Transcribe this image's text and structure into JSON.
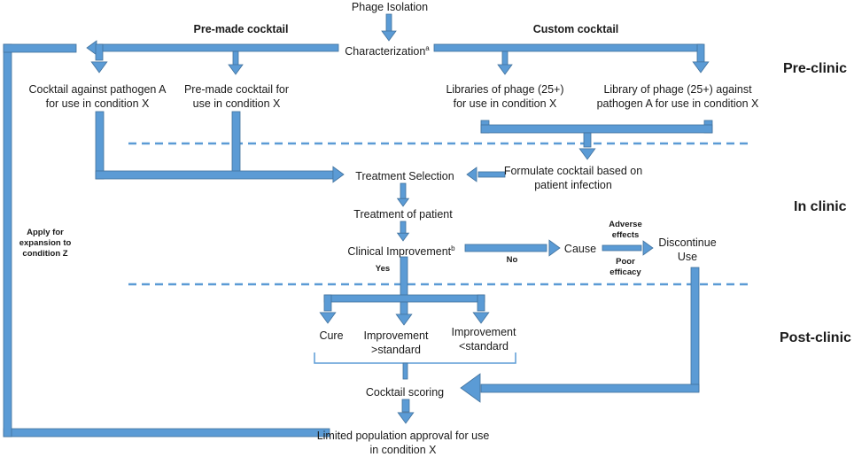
{
  "nodes": {
    "phage_isolation": "Phage Isolation",
    "characterization": "Characterization",
    "characterization_sup": "a",
    "cocktail_pathogen_a": "Cocktail against pathogen A for use in condition X",
    "premade_for_x": "Pre-made cocktail for use in condition X",
    "libraries_25": "Libraries of phage (25+) for use in condition X",
    "library_pathogen_a": "Library of phage (25+) against pathogen A for use in condition X",
    "treatment_selection": "Treatment Selection",
    "formulate": "Formulate cocktail based on patient infection",
    "treatment_patient": "Treatment of patient",
    "clinical_improvement": "Clinical Improvement",
    "clinical_improvement_sup": "b",
    "cause": "Cause",
    "discontinue": "Discontinue Use",
    "cure": "Cure",
    "improvement_gt": "Improvement >standard",
    "improvement_lt": "Improvement <standard",
    "cocktail_scoring": "Cocktail scoring",
    "limited_approval": "Limited population approval for use in condition X"
  },
  "headers": {
    "premade": "Pre-made cocktail",
    "custom": "Custom cocktail"
  },
  "phases": {
    "pre_clinic": "Pre-clinic",
    "in_clinic": "In clinic",
    "post_clinic": "Post-clinic"
  },
  "edge_labels": {
    "no": "No",
    "yes": "Yes",
    "adverse": "Adverse effects",
    "poor": "Poor efficacy",
    "apply": "Apply for expansion to condition Z"
  },
  "colors": {
    "arrow_fill": "#5b9bd5",
    "arrow_stroke": "#41719c",
    "dash": "#5b9bd5",
    "bracket": "#5b9bd5"
  }
}
